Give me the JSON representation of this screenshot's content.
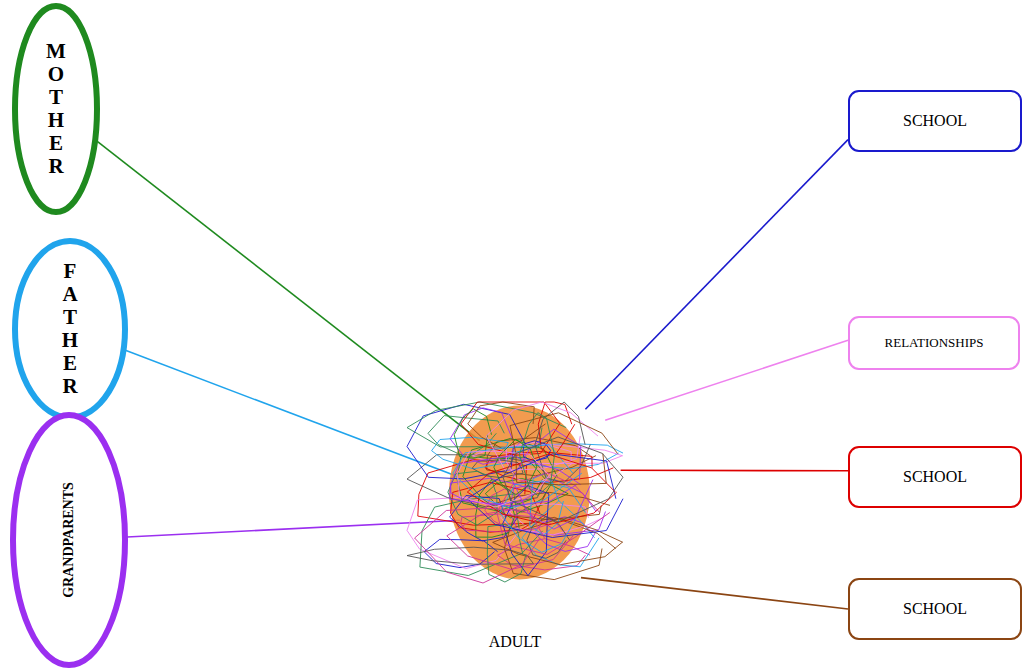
{
  "diagram": {
    "nodes": [
      {
        "text": [
          "MOTHER"
        ]
      },
      {
        "text": [
          "FATHER"
        ]
      },
      {
        "text": [
          "GRANDPARENTS"
        ]
      },
      {
        "text": [
          "ADULT"
        ]
      },
      {
        "text": [
          "SCHOOL"
        ]
      },
      {
        "text": [
          "RELATIONSHIPS"
        ]
      },
      {
        "text": [
          "SCHOOL"
        ]
      },
      {
        "text": [
          "SCHOOL"
        ]
      }
    ],
    "edges": [
      {
        "from": 0,
        "to": 3,
        "arrow": "none"
      },
      {
        "from": 1,
        "to": 3,
        "arrow": "none"
      },
      {
        "from": 2,
        "to": 3,
        "arrow": "none"
      },
      {
        "from": 3,
        "to": 4,
        "arrow": "none"
      },
      {
        "from": 3,
        "to": 5,
        "arrow": "none"
      },
      {
        "from": 3,
        "to": 6,
        "arrow": "none"
      },
      {
        "from": 3,
        "to": 7,
        "arrow": "none"
      }
    ]
  }
}
